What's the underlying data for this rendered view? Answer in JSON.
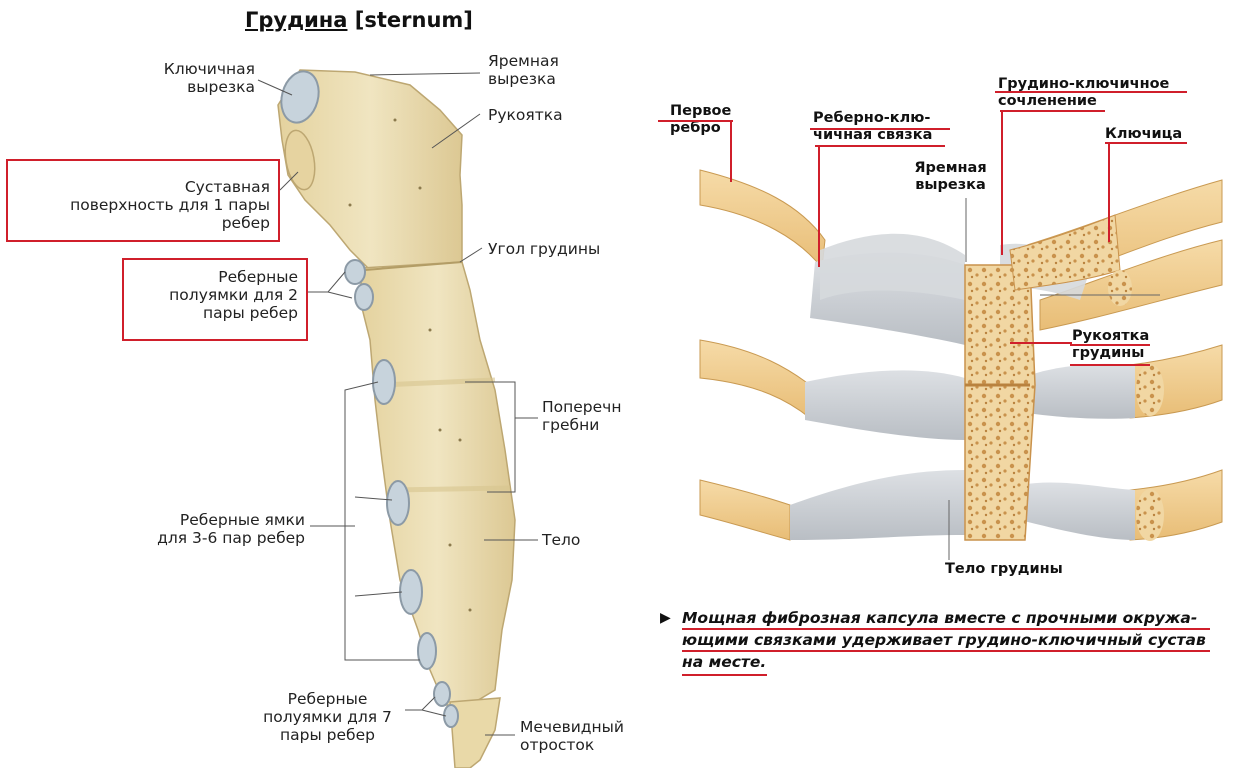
{
  "title": {
    "ru": "Грудина",
    "latin": "[sternum]"
  },
  "left_labels": {
    "clavicular_notch": "Ключичная\nвырезка",
    "jugular_notch": "Яремная\nвырезка",
    "manubrium": "Рукоятка",
    "articular_surface_rib1": "Суставная\nповерхность для 1 пары\nребер",
    "sternal_angle": "Угол грудины",
    "costal_halfpits_rib2": "Реберные\nполуямки для 2\nпары ребер",
    "transverse_ridges": "Поперечн\nгребни",
    "costal_pits_ribs3_6": "Реберные ямки\nдля 3-6 пар ребер",
    "body": "Тело",
    "costal_halfpits_rib7": "Реберные\nполуямки для 7\nпары ребер",
    "xiphoid_process": "Мечевидный\nотросток"
  },
  "right_labels": {
    "first_rib": "Первое\nребро",
    "costoclavicular_ligament": "Реберно-клю-\nчичная связка",
    "sternoclavicular_joint": "Грудино-ключичное\nсочленение",
    "clavicle": "Ключица",
    "jugular_notch": "Яремная\nвырезка",
    "manubrium_sterni": "Рукоятка\nгрудины",
    "body_sterni": "Тело грудины"
  },
  "note": "Мощная фиброзная капсула  вместе с прочными окружа-ющими связками удерживает  грудино-ключичный сустав на месте.",
  "colors": {
    "bone": "#ecdfb4",
    "bone_shadow": "#d9c58f",
    "cartilage": "#c9cdd2",
    "rib": "#f1d09a",
    "accent_red": "#d01f2b"
  }
}
